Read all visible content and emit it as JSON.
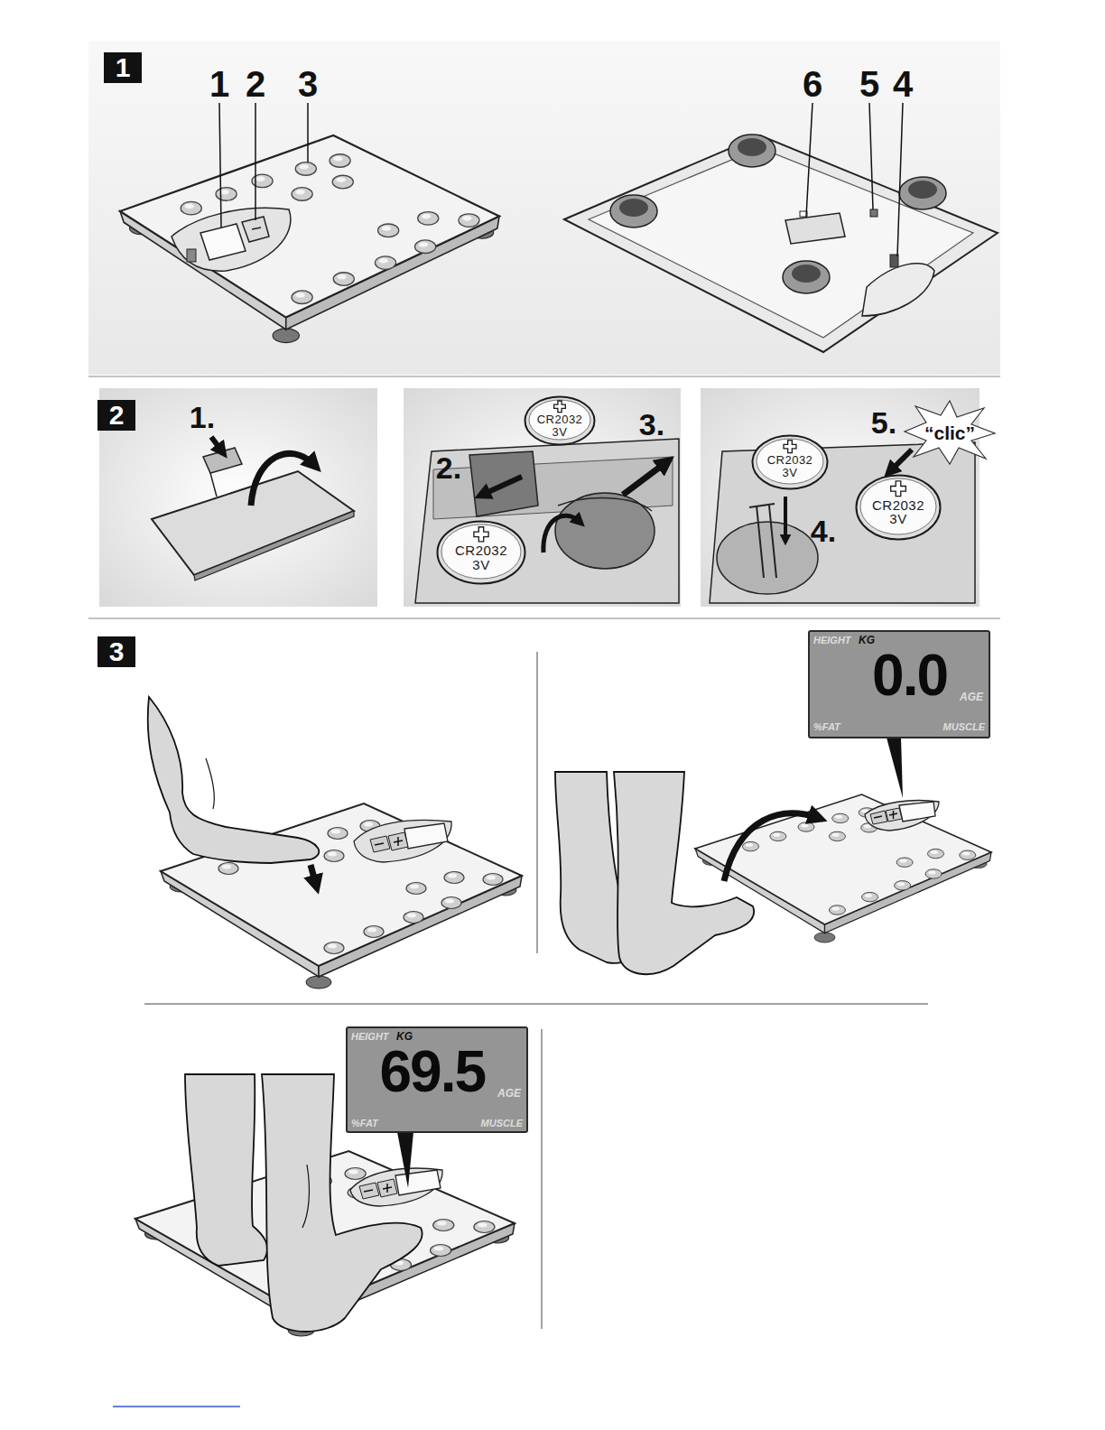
{
  "diagram": {
    "nodes": [
      {
        "text": [
          "1"
        ]
      },
      {
        "text": [
          "2"
        ]
      },
      {
        "text": [
          "CR2032",
          "3V"
        ]
      },
      {
        "text": [
          "CR2032",
          "3V"
        ]
      },
      {
        "text": [
          "CR2032",
          "3V"
        ]
      },
      {
        "text": [
          "CR2032",
          "3V"
        ]
      },
      {
        "text": [
          "3"
        ]
      },
      {
        "text": [
          "HEIGHT",
          "KG",
          "0.0",
          "AGE",
          "%FAT",
          "MUSCLE"
        ]
      },
      {
        "text": [
          "HEIGHT",
          "KG",
          "69.5",
          "AGE",
          "%FAT",
          "MUSCLE"
        ]
      }
    ],
    "labels": [
      "1",
      "2",
      "3",
      "6",
      "5",
      "4",
      "1.",
      "2.",
      "3.",
      "4.",
      "5.",
      "“clic”"
    ]
  }
}
